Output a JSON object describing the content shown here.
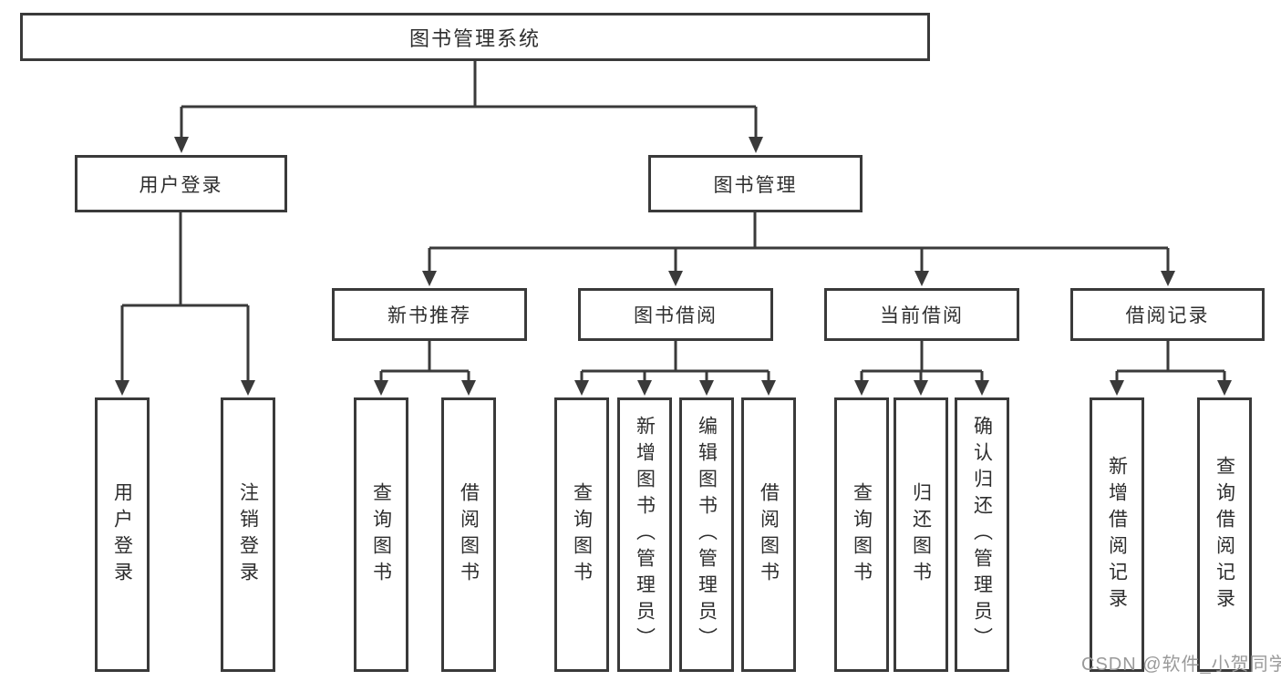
{
  "watermark": "CSDN @软件_小贺同学",
  "colors": {
    "line": "#3a3a3a",
    "text": "#2e2e2e",
    "background": "#ffffff",
    "watermark": "#9a9a9a"
  },
  "tree": {
    "root": {
      "label": "图书管理系统"
    },
    "branches": [
      {
        "label": "用户登录",
        "children": [
          {
            "label": "用户登录"
          },
          {
            "label": "注销登录"
          }
        ]
      },
      {
        "label": "图书管理",
        "children": [
          {
            "label": "新书推荐",
            "children": [
              {
                "label": "查询图书"
              },
              {
                "label": "借阅图书"
              }
            ]
          },
          {
            "label": "图书借阅",
            "children": [
              {
                "label": "查询图书"
              },
              {
                "label": "新增图书（管理员）"
              },
              {
                "label": "编辑图书（管理员）"
              },
              {
                "label": "借阅图书"
              }
            ]
          },
          {
            "label": "当前借阅",
            "children": [
              {
                "label": "查询图书"
              },
              {
                "label": "归还图书"
              },
              {
                "label": "确认归还（管理员）"
              }
            ]
          },
          {
            "label": "借阅记录",
            "children": [
              {
                "label": "新增借阅记录"
              },
              {
                "label": "查询借阅记录"
              }
            ]
          }
        ]
      }
    ]
  }
}
